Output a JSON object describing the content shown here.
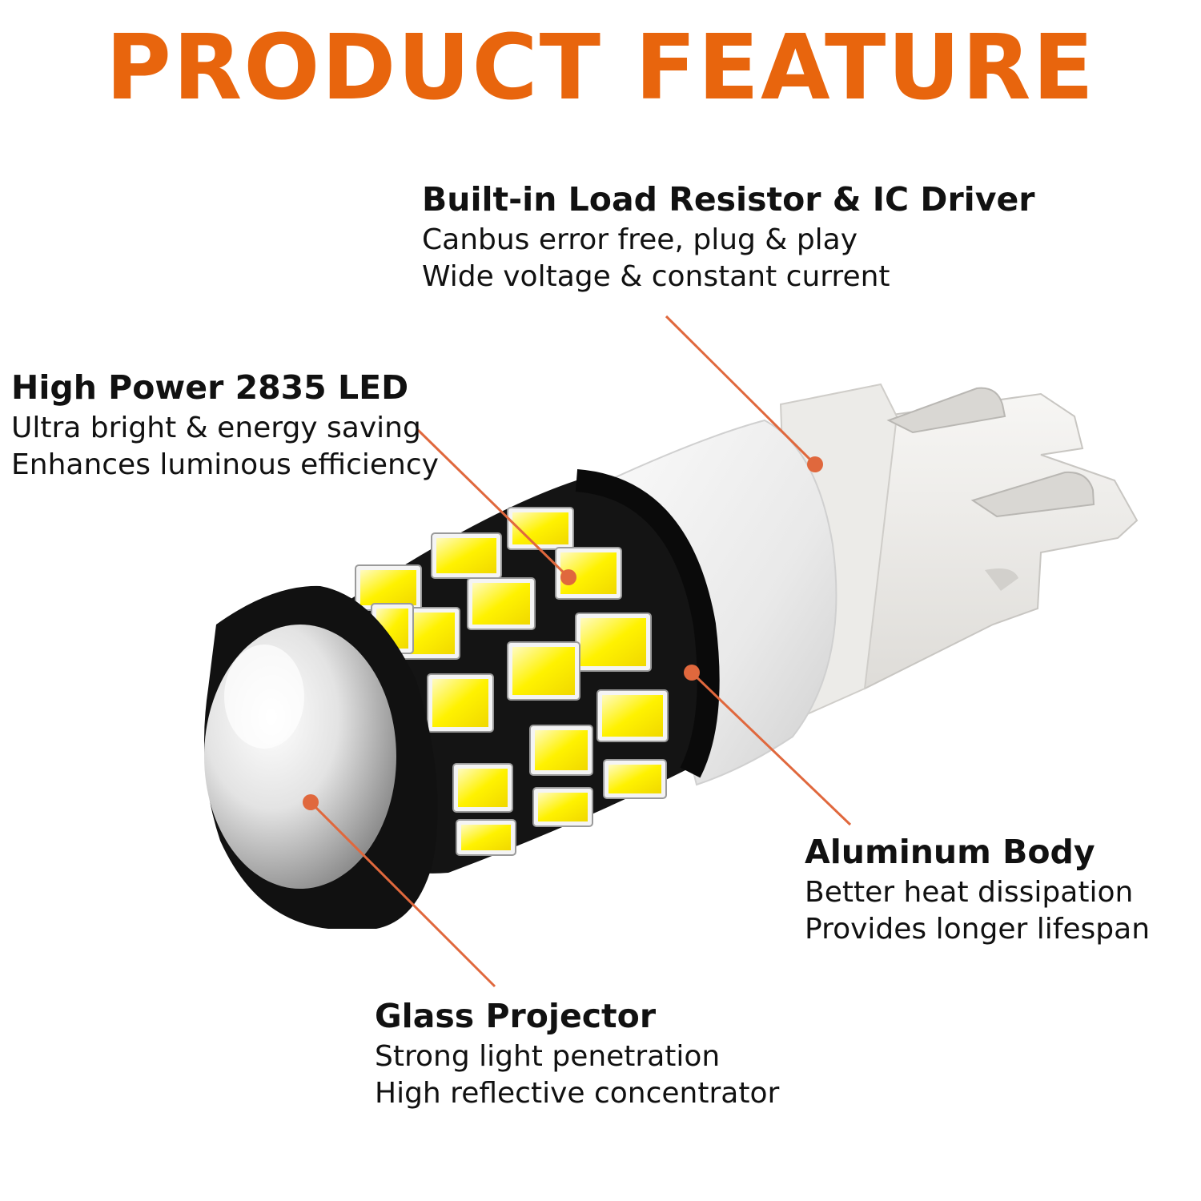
{
  "headline": "PRODUCT FEATURE",
  "colors": {
    "accent": "#E8650D",
    "leader_line": "#E0683D",
    "text": "#111111",
    "led_yellow": "#FFF200",
    "bulb_black": "#111111",
    "base_white": "#F2F1EF"
  },
  "features": {
    "resistor": {
      "title": "Built-in Load Resistor & IC Driver",
      "lines": [
        "Canbus error free, plug & play",
        "Wide voltage & constant current"
      ]
    },
    "led": {
      "title": "High Power 2835 LED",
      "lines": [
        "Ultra bright & energy saving",
        "Enhances luminous efficiency"
      ]
    },
    "aluminum": {
      "title": "Aluminum Body",
      "lines": [
        "Better heat dissipation",
        "Provides longer lifespan"
      ]
    },
    "glass": {
      "title": "Glass Projector",
      "lines": [
        "Strong light penetration",
        "High reflective concentrator"
      ]
    }
  }
}
